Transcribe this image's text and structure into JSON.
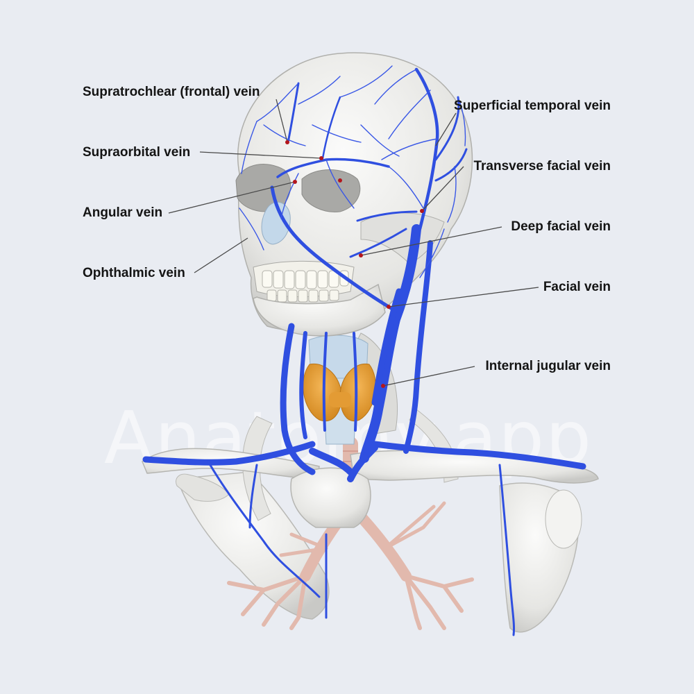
{
  "watermark": "Anatomy.app",
  "labels": {
    "supratrochlear": "Supratrochlear (frontal) vein",
    "supraorbital": "Supraorbital vein",
    "angular": "Angular vein",
    "ophthalmic": "Ophthalmic vein",
    "superficial_temporal": "Superficial temporal vein",
    "transverse_facial": "Transverse facial vein",
    "deep_facial": "Deep facial vein",
    "facial": "Facial vein",
    "internal_jugular": "Internal jugular vein"
  },
  "colors": {
    "background": "#e9ecf2",
    "bone": "#ebebe8",
    "vein": "#2f4fe0",
    "thyroid": "#e8a23a",
    "cartilage": "#bcd3e6",
    "bronchi": "#e8c6bd",
    "leader_line": "#4a4a4a",
    "marker": "#b3161c"
  }
}
